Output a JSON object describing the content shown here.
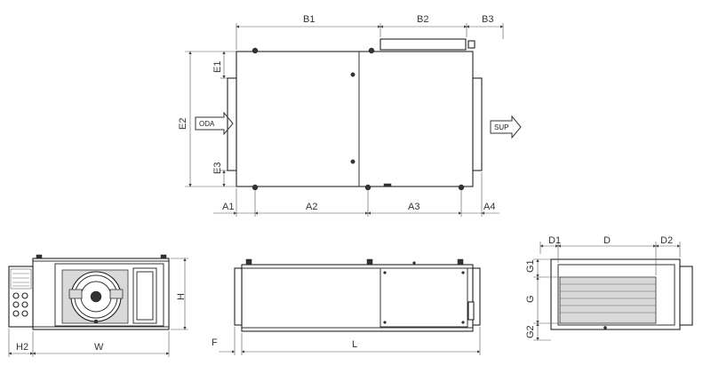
{
  "flows": {
    "inlet": "ODA",
    "outlet": "SUP"
  },
  "dimensions": {
    "A1": "A1",
    "A2": "A2",
    "A3": "A3",
    "A4": "A4",
    "B1": "B1",
    "B2": "B2",
    "B3": "B3",
    "E1": "E1",
    "E2": "E2",
    "E3": "E3",
    "H": "H",
    "H2": "H2",
    "W": "W",
    "F": "F",
    "L": "L",
    "D": "D",
    "D1": "D1",
    "D2": "D2",
    "G": "G",
    "G1": "G1",
    "G2": "G2"
  }
}
